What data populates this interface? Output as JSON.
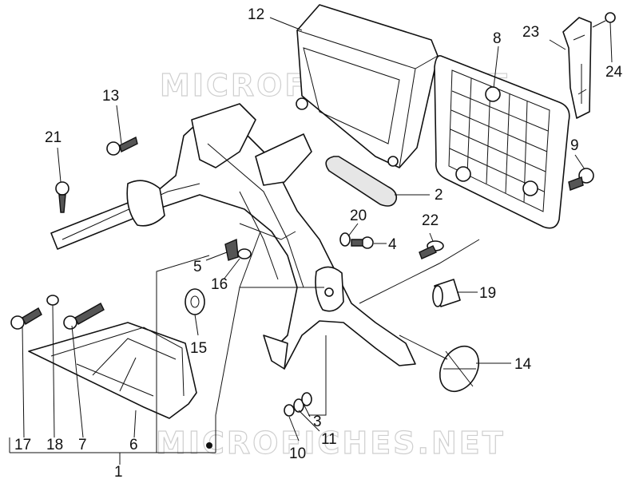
{
  "watermark": "MICROFICHES.NET",
  "callouts": {
    "c1": "1",
    "c2": "2",
    "c3": "3",
    "c4": "4",
    "c5": "5",
    "c6": "6",
    "c7": "7",
    "c8": "8",
    "c9": "9",
    "c10": "10",
    "c11": "11",
    "c12": "12",
    "c13": "13",
    "c14": "14",
    "c15": "15",
    "c16": "16",
    "c17": "17",
    "c18": "18",
    "c19": "19",
    "c20": "20",
    "c21": "21",
    "c22": "22",
    "c23": "23",
    "c24": "24"
  }
}
